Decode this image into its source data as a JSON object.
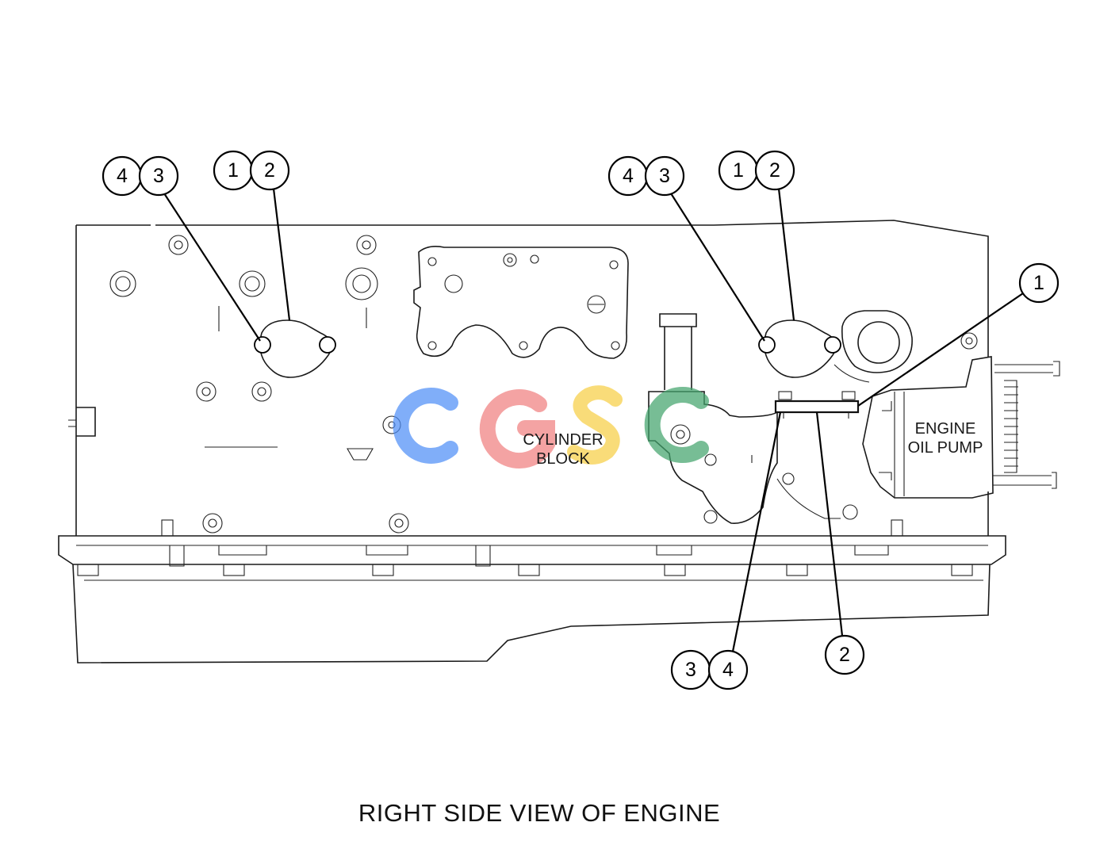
{
  "diagram": {
    "caption": "RIGHT SIDE VIEW OF ENGINE",
    "component_labels": {
      "cylinder_block": [
        "CYLINDER",
        "BLOCK"
      ],
      "engine_oil_pump": [
        "ENGINE",
        "OIL PUMP"
      ]
    },
    "callouts": {
      "left_pair_a": [
        "4",
        "3"
      ],
      "left_pair_b": [
        "1",
        "2"
      ],
      "mid_pair_a": [
        "4",
        "3"
      ],
      "mid_pair_b": [
        "1",
        "2"
      ],
      "right_single_1": "1",
      "bottom_pair": [
        "3",
        "4"
      ],
      "bottom_single_2": "2"
    },
    "watermark": {
      "letters": [
        "C",
        "G",
        "S",
        "C"
      ],
      "colors": [
        "#4f8ff7",
        "#f08080",
        "#f6cf45",
        "#42a36c"
      ]
    }
  }
}
